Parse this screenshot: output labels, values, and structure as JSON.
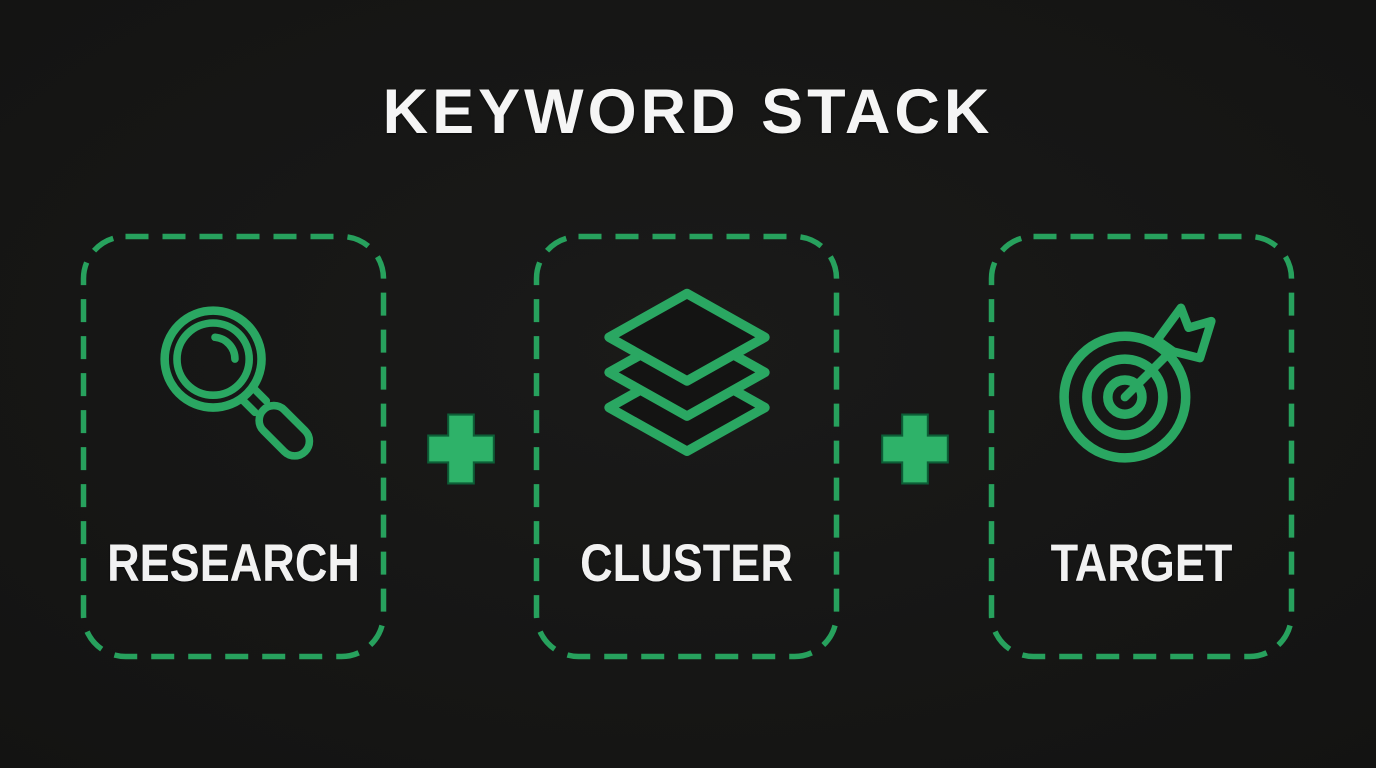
{
  "title": "KEYWORD STACK",
  "colors": {
    "background": "#141413",
    "accent_green": "#2aa762",
    "plus_green": "#2eb269",
    "text_white": "#f5f5f5"
  },
  "cards": [
    {
      "label": "RESEARCH",
      "icon": "magnifier-icon"
    },
    {
      "label": "CLUSTER",
      "icon": "layers-icon"
    },
    {
      "label": "TARGET",
      "icon": "target-arrow-icon"
    }
  ],
  "separators": [
    {
      "symbol": "+",
      "icon": "plus-icon"
    },
    {
      "symbol": "+",
      "icon": "plus-icon"
    }
  ]
}
